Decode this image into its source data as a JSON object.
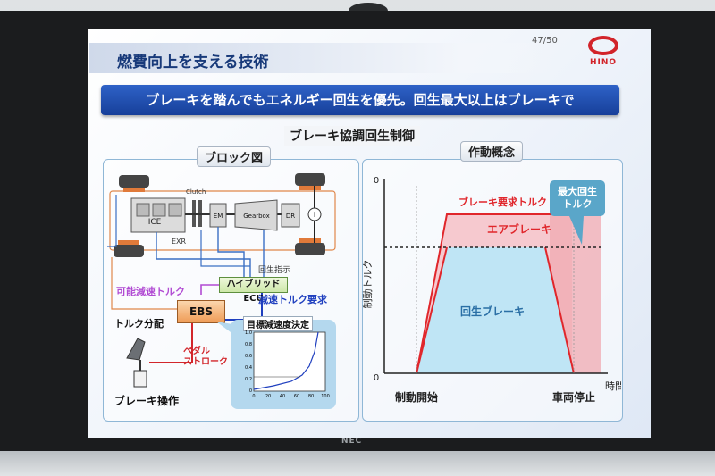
{
  "slide": {
    "title": "燃費向上を支える技術",
    "page": "47/50",
    "logo_text": "HINO",
    "banner": "ブレーキを踏んでもエネルギー回生を優先。回生最大以上はブレーキで",
    "section_title": "ブレーキ協調回生制御"
  },
  "block_diagram": {
    "title": "ブロック図",
    "ice": "ICE",
    "clutch": "Clutch",
    "em": "EM",
    "gearbox": "Gearbox",
    "dr": "DR",
    "i": "i",
    "exr": "EXR",
    "regen_command": "回生指示",
    "hybrid_ecu": "ハイブリッドECU",
    "possible_decel_torque": "可能減速トルク",
    "decel_torque_request": "減速トルク要求",
    "ebs": "EBS",
    "torque_distribution": "トルク分配",
    "pedal_stroke_line1": "ペダル",
    "pedal_stroke_line2": "ストローク",
    "brake_operation": "ブレーキ操作",
    "target_decel_title": "目標減速度決定"
  },
  "mini_chart": {
    "y_ticks": [
      "1.0",
      "0.8",
      "0.6",
      "0.4",
      "0.2",
      "0"
    ],
    "x_ticks": [
      "0",
      "20",
      "40",
      "60",
      "80",
      "100"
    ]
  },
  "operation_concept": {
    "title": "作動概念",
    "y_axis_label": "制動トルク",
    "y_top": "0",
    "y_origin": "0",
    "x_axis_label": "時間",
    "brake_request_torque": "ブレーキ要求トルク",
    "max_regen": "最大回生\nトルク",
    "air_brake": "エアブレーキ",
    "regen_brake": "回生ブレーキ",
    "brake_start": "制動開始",
    "vehicle_stop": "車両停止"
  },
  "monitor": {
    "brand": "NEC"
  },
  "colors": {
    "banner_blue": "#1f4fb8",
    "hino_red": "#d2242a",
    "regen_fill": "#bfe5f5",
    "air_fill": "#f6c9cf",
    "request_line": "#e0262b"
  }
}
